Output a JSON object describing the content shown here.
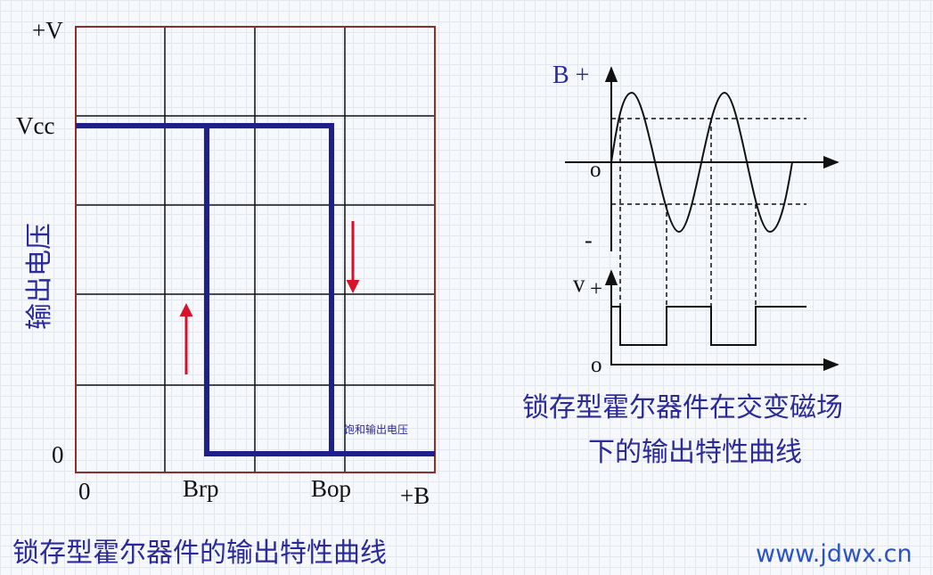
{
  "hysteresis": {
    "y_top_label": "+V",
    "y_vcc_label": "Vcc",
    "y_zero_label": "0",
    "y_axis_title": "输出电压",
    "x_zero_label": "0",
    "x_brp_label": "Brp",
    "x_bop_label": "Bop",
    "x_end_label": "+B",
    "saturation_label": "饱和输出电压",
    "caption": "锁存型霍尔器件的输出特性曲线"
  },
  "waveform": {
    "b_label": "B +",
    "origin_label": "o",
    "minus_label": "-",
    "v_label": "v",
    "v_plus_label": "+",
    "v_origin_label": "o",
    "caption_line1": "锁存型霍尔器件在交变磁场",
    "caption_line2": "下的输出特性曲线"
  },
  "watermark": "www.jdwx.cn",
  "colors": {
    "curve": "#1f1f8c",
    "frame": "#8b2e2e",
    "grid": "#111111",
    "arrow": "#d8102a",
    "text_blue": "#2a2a9a",
    "watermark": "#2b53c6"
  }
}
